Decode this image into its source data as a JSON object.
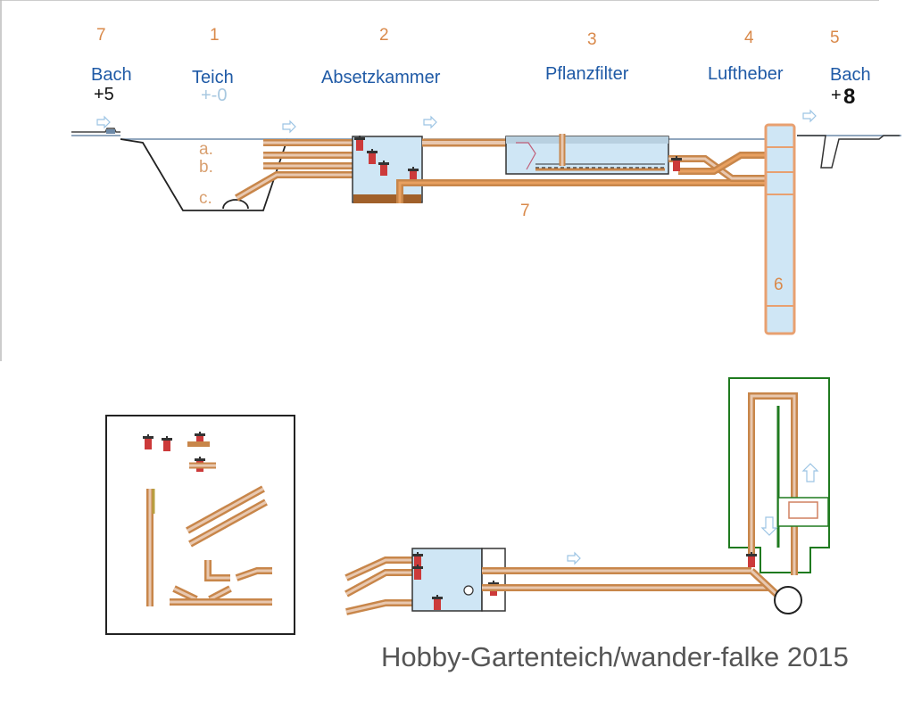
{
  "stations": [
    {
      "number": "7",
      "name": "Bach",
      "level": "+5"
    },
    {
      "number": "1",
      "name": "Teich",
      "level": "+-0"
    },
    {
      "number": "2",
      "name": "Absetzkammer"
    },
    {
      "number": "3",
      "name": "Pflanzfilter"
    },
    {
      "number": "4",
      "name": "Luftheber"
    },
    {
      "number": "5",
      "name": "Bach",
      "level_prefix": "+",
      "level_value": "8"
    }
  ],
  "pond_outlets": [
    "a.",
    "b.",
    "c."
  ],
  "pipe_labels": {
    "return_pipe": "7",
    "riser": "6"
  },
  "credit": "Hobby-Gartenteich/wander-falke 2015",
  "colors": {
    "pipe": "#c8864a",
    "pipe_light": "#e8c8b0",
    "water": "#cfe6f5",
    "valve": "#cc3a3a",
    "sludge": "#a0602a",
    "frame_green": "#1f7a1f"
  }
}
